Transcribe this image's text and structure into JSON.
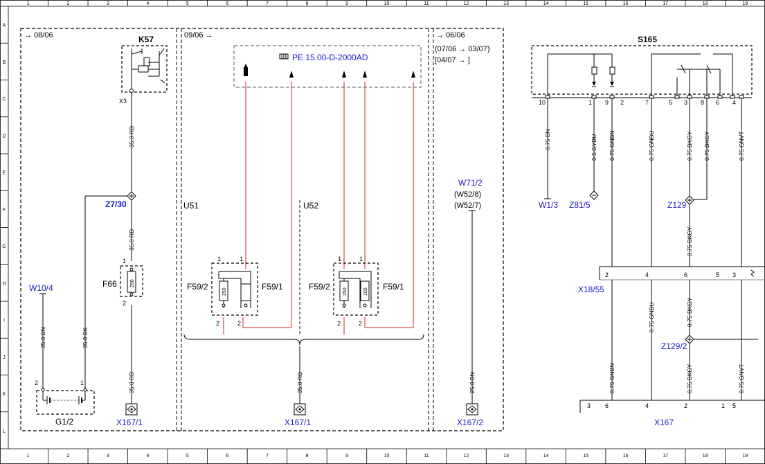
{
  "grid": {
    "columns": [
      "1",
      "2",
      "3",
      "4",
      "5",
      "6",
      "7",
      "8",
      "9",
      "10",
      "11",
      "12",
      "13",
      "14",
      "15",
      "16",
      "17",
      "18",
      "19"
    ],
    "rows": [
      "A",
      "B",
      "C",
      "D",
      "E",
      "F",
      "G",
      "H",
      "I",
      "J",
      "K",
      "L"
    ]
  },
  "frames": {
    "left": "08/06",
    "middle": "09/06",
    "right_main": "06/06",
    "right_range": "(07/06",
    "right_range_end": "03/07)",
    "right_range2": "[04/07",
    "right_range2_end": "]"
  },
  "reference": {
    "text": "PE 15.00-D-2000AD"
  },
  "components": {
    "k57": "K57",
    "k57_pin": "X3",
    "s165": "S165",
    "f66": "F66",
    "f66_value": "250",
    "u51": "U51",
    "u52": "U52",
    "f59_2_a": "F59/2",
    "f59_1_a": "F59/1",
    "f59_2_b": "F59/2",
    "f59_1_b": "F59/1",
    "fuse_a1": "250",
    "fuse_b1": "250",
    "fuse_b2": "100",
    "g1_2": "G1/2"
  },
  "connectors": {
    "w10_4": "W10/4",
    "z7_30": "Z7/30",
    "x167_1_a": "X167/1",
    "x167_1_b": "X167/1",
    "x167_2": "X167/2",
    "w71_2": "W71/2",
    "w52_8": "(W52/8)",
    "w52_7": "(W52/7)",
    "w1_3": "W1/3",
    "z81_5": "Z81/5",
    "z129": "Z129",
    "x18_55": "X18/55",
    "z129_2": "Z129/2",
    "x167": "X167"
  },
  "wires": {
    "rd35_a": "35.0 RD",
    "rd35_b": "35.0 RD",
    "rd35_c": "35.0 RD",
    "rd35_d": "35.0 RD",
    "bn35": "35.0 BN",
    "bk35": "35.0 BK",
    "bn25": "25.0 BN",
    "bn075": "0.75 BN",
    "gybu05": "0.5 GYBU",
    "gnbn075": "0.75 GNBN",
    "gnbu075": "0.75 GNBU",
    "bkgy075_a": "0.75 BKGY",
    "bkgy075_b": "0.75 BKGY",
    "gnvt075": "0.75 GNVT",
    "bkgy075_c": "0.75 BKGY",
    "gnbu075_b": "0.75 GNBU",
    "bkgy075_d": "0.75 BKGY",
    "gnbn075_b": "0.75 GNBN",
    "bkgy075_e": "0.75 BKGY",
    "gnvt075_b": "0.75 GNVT"
  },
  "pins": {
    "s165": [
      "10",
      "1",
      "9",
      "2",
      "7",
      "5",
      "3",
      "8",
      "6",
      "4"
    ],
    "f59_a_top_l": "1",
    "f59_a_top_r": "1",
    "f59_a_bot_l": "2",
    "f59_a_bot_r": "2",
    "f59_b_top_l": "1",
    "f59_b_top_r": "1",
    "f59_b_bot_l": "2",
    "f59_b_bot_r": "2",
    "f66_top": "1",
    "f66_bot": "2",
    "g1_left": "2",
    "g1_right": "1",
    "x18": [
      "2",
      "4",
      "6",
      "5",
      "3"
    ],
    "x167": [
      "3",
      "6",
      "4",
      "2",
      "1",
      "5"
    ]
  }
}
